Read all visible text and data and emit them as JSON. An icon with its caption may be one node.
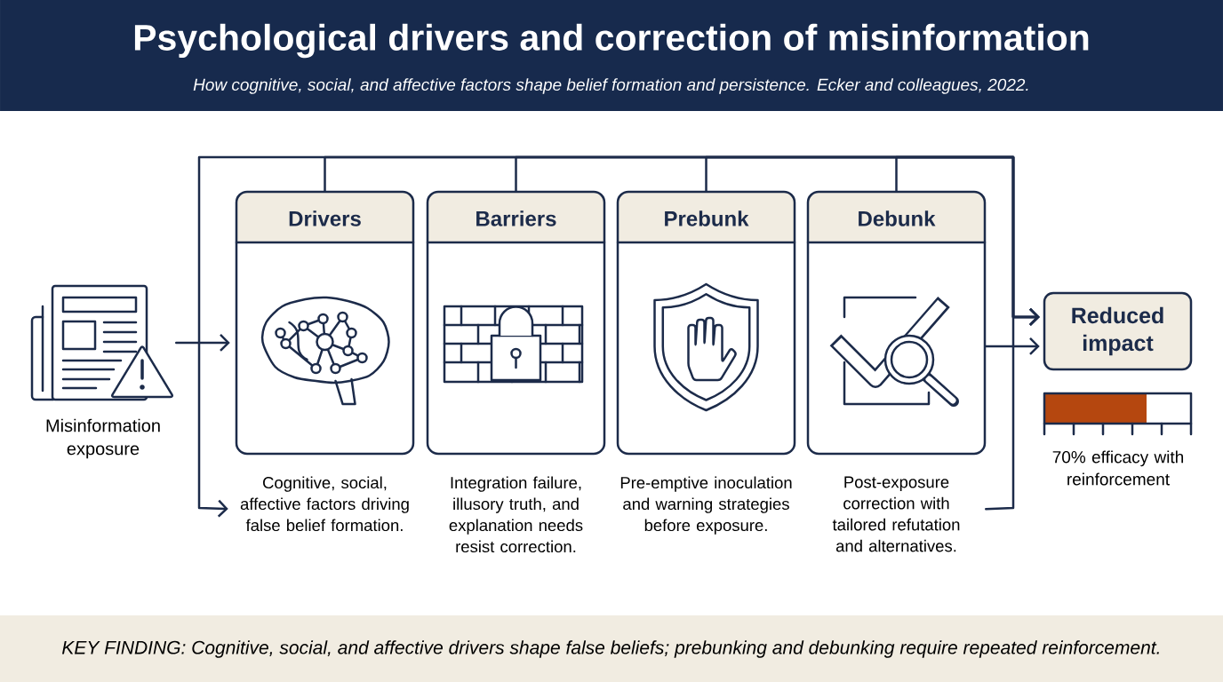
{
  "diagram": {
    "title": "Psychological drivers and correction of misinformation",
    "caption": "KEY FINDING: Cognitive, social, and affective drivers shape false beliefs; prebunking and debunking require repeated reinforcement.",
    "nodes": [
      {
        "text": [],
        "shape": "picture",
        "beside": [
          "Misinformation exposure"
        ]
      },
      {
        "text": [
          "Drivers"
        ],
        "beside": [
          "Cognitive, social, affective factors driving false belief formation."
        ]
      },
      {
        "text": [
          "Barriers"
        ],
        "beside": [
          "Integration failure, illusory truth, and explanation needs resist correction."
        ]
      },
      {
        "text": [
          "Prebunk"
        ],
        "beside": [
          "Pre-emptive inoculation and warning strategies before exposure."
        ]
      },
      {
        "text": [
          "Debunk"
        ],
        "beside": [
          "Post-exposure correction with tailored refutation and alternatives."
        ]
      },
      {
        "text": [
          "Reduced impact"
        ]
      }
    ],
    "edges": [
      {
        "from": 0,
        "to": 1,
        "arrow": "to"
      },
      {
        "from": 1,
        "to": 5,
        "arrow": "to"
      },
      {
        "from": 2,
        "to": 5,
        "arrow": "to"
      },
      {
        "from": 3,
        "to": 5,
        "arrow": "to"
      },
      {
        "from": 4,
        "to": 5,
        "arrow": "to"
      },
      {
        "from": 4,
        "to": 5,
        "arrow": "to"
      },
      {
        "from": 4,
        "to": 1,
        "arrow": "to"
      }
    ],
    "labels": [
      "How cognitive, social, and affective factors shape belief formation and persistence. Ecker and colleagues, 2022.",
      "70% efficacy with reinforcement"
    ]
  }
}
